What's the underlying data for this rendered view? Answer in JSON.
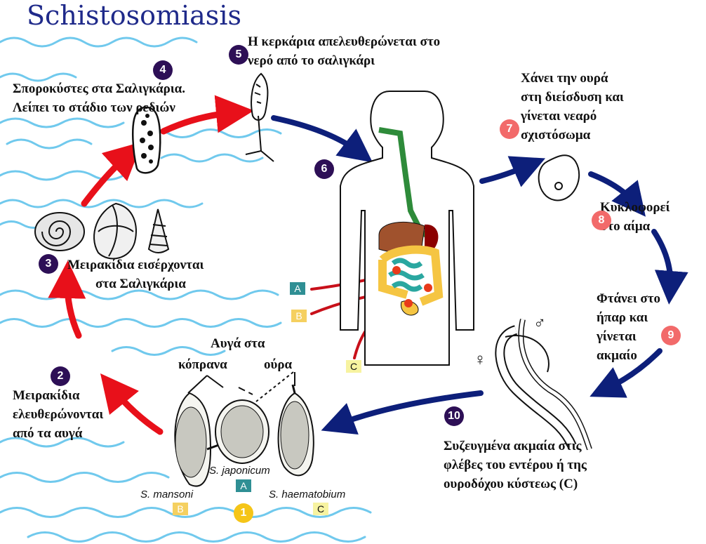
{
  "title": "Schistosomiasis",
  "stages": {
    "s1": {
      "num": "1"
    },
    "s2": {
      "num": "2",
      "line1": "Μειρακίδια",
      "line2": "ελευθερώνονται",
      "line3": "από τα αυγά"
    },
    "s3": {
      "num": "3",
      "line1": "Μειρακίδια εισέρχονται",
      "line2": "στα Σαλιγκάρια"
    },
    "s4": {
      "num": "4",
      "line1": "Σποροκύστες στα Σαλιγκάρια.",
      "line2": "Λείπει το στάδιο των ρεδιών"
    },
    "s5": {
      "num": "5",
      "line1": "Η κερκάρια απελευθερώνεται στο",
      "line2": "νερό από το σαλιγκάρι"
    },
    "s6": {
      "num": "6"
    },
    "s7": {
      "num": "7",
      "line1": "Χάνει την ουρά",
      "line2": "στη διείσδυση και",
      "line3": "γίνεται νεαρό",
      "line4": "σχιστόσωμα"
    },
    "s8": {
      "num": "8",
      "line1": "Κυκλοφορεί",
      "line2": "στο αίμα"
    },
    "s9": {
      "num": "9",
      "line1": "Φτάνει στο",
      "line2": "ήπαρ και",
      "line3": "γίνεται",
      "line4": "ακμαίο"
    },
    "s10": {
      "num": "10",
      "line1": "Συζευγμένα ακμαία στις",
      "line2": "φλέβες του εντέρου ή της",
      "line3": "ουροδόχου κύστεως (C)"
    }
  },
  "eggs": {
    "header": "Αυγά στα",
    "feces": "κόπρανα",
    "urine": "ούρα",
    "japonicum": "S. japonicum",
    "mansoni": "S. mansoni",
    "haematobium": "S. haematobium"
  },
  "sites": {
    "a": "A",
    "b": "B",
    "c": "C"
  },
  "worm_symbols": {
    "male": "♂",
    "female": "♀"
  },
  "colors": {
    "title": "#1f2a8a",
    "dark_badge": "#2d0f56",
    "pink_badge": "#f26a6a",
    "amber_badge": "#f5c518",
    "red_arrow": "#e8101a",
    "navy_arrow": "#0d1f7a",
    "water": "#58c0ea",
    "gut": "#2e8b3a",
    "colon": "#f5c542",
    "small_intestine": "#2aa7a0",
    "liver": "#a0522d",
    "site_a": "#2f8f94",
    "site_b": "#f5d060",
    "site_c": "#f7f3a0"
  }
}
